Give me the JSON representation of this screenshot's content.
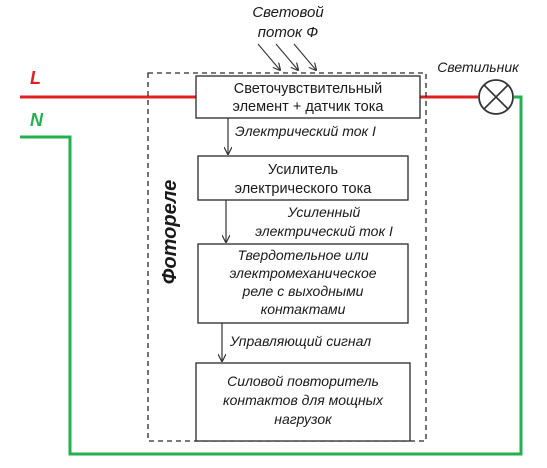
{
  "light_flux": {
    "line1": "Световой",
    "line2": "поток Ф"
  },
  "lamp_label": "Светильник",
  "phase_label": "L",
  "neutral_label": "N",
  "photorelay_label": "Фотореле",
  "blocks": [
    {
      "lines": [
        "Светочувствительный",
        "элемент + датчик тока"
      ]
    },
    {
      "lines": [
        "Усилитель",
        "электрического тока"
      ]
    },
    {
      "lines": [
        "Твердотельное или",
        "электромеханическое",
        "реле с выходными",
        "контактами"
      ]
    },
    {
      "lines": [
        "Силовой повторитель",
        "контактов для мощных",
        "нагрузок"
      ]
    }
  ],
  "signals": [
    {
      "lines": [
        "Электрический ток I"
      ]
    },
    {
      "lines": [
        "Усиленный",
        "электрический ток I"
      ]
    },
    {
      "lines": [
        "Управляющий сигнал"
      ]
    }
  ],
  "colors": {
    "phase": "#e02020",
    "neutral": "#22b14c",
    "text": "#1a1a1a",
    "border": "#2a2a2a"
  }
}
